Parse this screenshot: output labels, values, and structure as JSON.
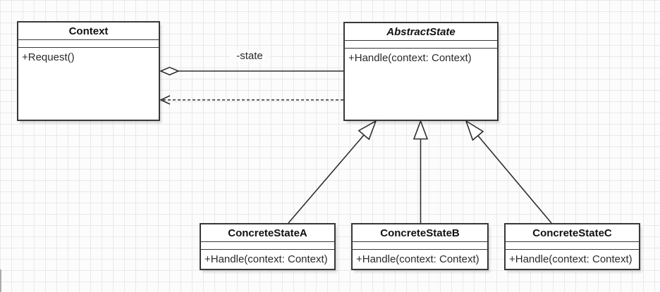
{
  "diagram": {
    "kind": "uml-class-diagram",
    "pattern": "State",
    "classes": [
      {
        "name": "Context",
        "abstract": false,
        "members": [
          "+Request()"
        ]
      },
      {
        "name": "AbstractState",
        "abstract": true,
        "members": [
          "+Handle(context: Context)"
        ]
      },
      {
        "name": "ConcreteStateA",
        "abstract": false,
        "members": [
          "+Handle(context: Context)"
        ]
      },
      {
        "name": "ConcreteStateB",
        "abstract": false,
        "members": [
          "+Handle(context: Context)"
        ]
      },
      {
        "name": "ConcreteStateC",
        "abstract": false,
        "members": [
          "+Handle(context: Context)"
        ]
      }
    ],
    "relationships": [
      {
        "type": "aggregation",
        "from": "Context",
        "to": "AbstractState",
        "label": "-state"
      },
      {
        "type": "dependency",
        "from": "AbstractState",
        "to": "Context",
        "style": "dashed-open-arrow",
        "label": ""
      },
      {
        "type": "generalization",
        "from": "ConcreteStateA",
        "to": "AbstractState"
      },
      {
        "type": "generalization",
        "from": "ConcreteStateB",
        "to": "AbstractState"
      },
      {
        "type": "generalization",
        "from": "ConcreteStateC",
        "to": "AbstractState"
      }
    ],
    "colors": {
      "stroke": "#383838",
      "shape_fill": "#ffffff",
      "canvas_background": "#fcfcfc",
      "grid_line": "#e9e9e9",
      "text": "#1a1a1a"
    }
  }
}
